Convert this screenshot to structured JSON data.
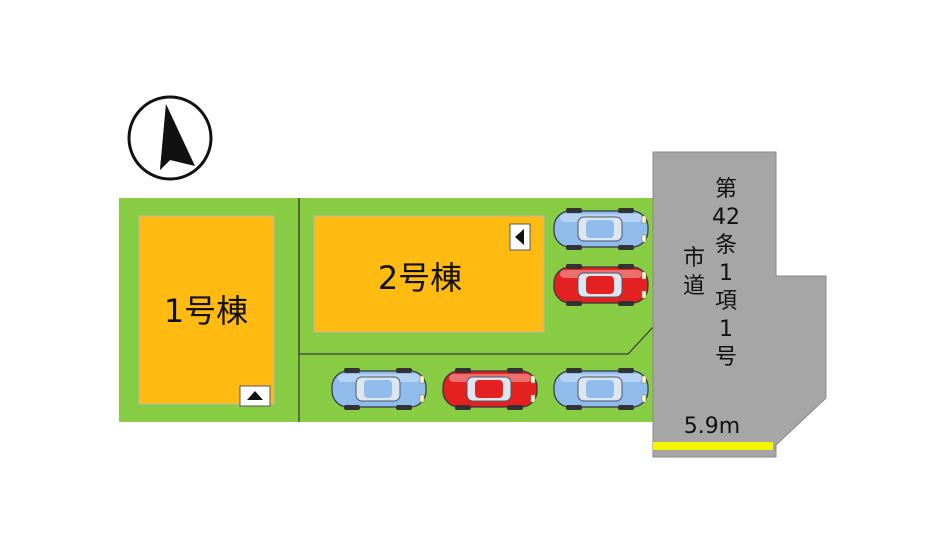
{
  "colors": {
    "lot_green": "#88cc44",
    "building_orange": "#ffbb11",
    "road_gray": "#a6a6a6",
    "road_edge_yellow": "#f5f500",
    "car_blue": "#8fbcea",
    "car_red": "#e32121",
    "line_dark": "#3a3a3a"
  },
  "compass": {
    "icon": "north-arrow-icon"
  },
  "buildings": {
    "building_1": {
      "label": "1号棟",
      "entrance_icon": "triangle-up-icon"
    },
    "building_2": {
      "label": "2号棟",
      "entrance_icon": "triangle-left-icon"
    }
  },
  "road": {
    "name_line1": "市",
    "name_line2": "道",
    "type_chars": [
      "第",
      "42",
      "条",
      "1",
      "項",
      "1",
      "号"
    ],
    "width_label": "5.9m"
  },
  "parking": [
    {
      "color": "blue"
    },
    {
      "color": "red"
    },
    {
      "color": "blue"
    },
    {
      "color": "red"
    },
    {
      "color": "blue"
    }
  ]
}
